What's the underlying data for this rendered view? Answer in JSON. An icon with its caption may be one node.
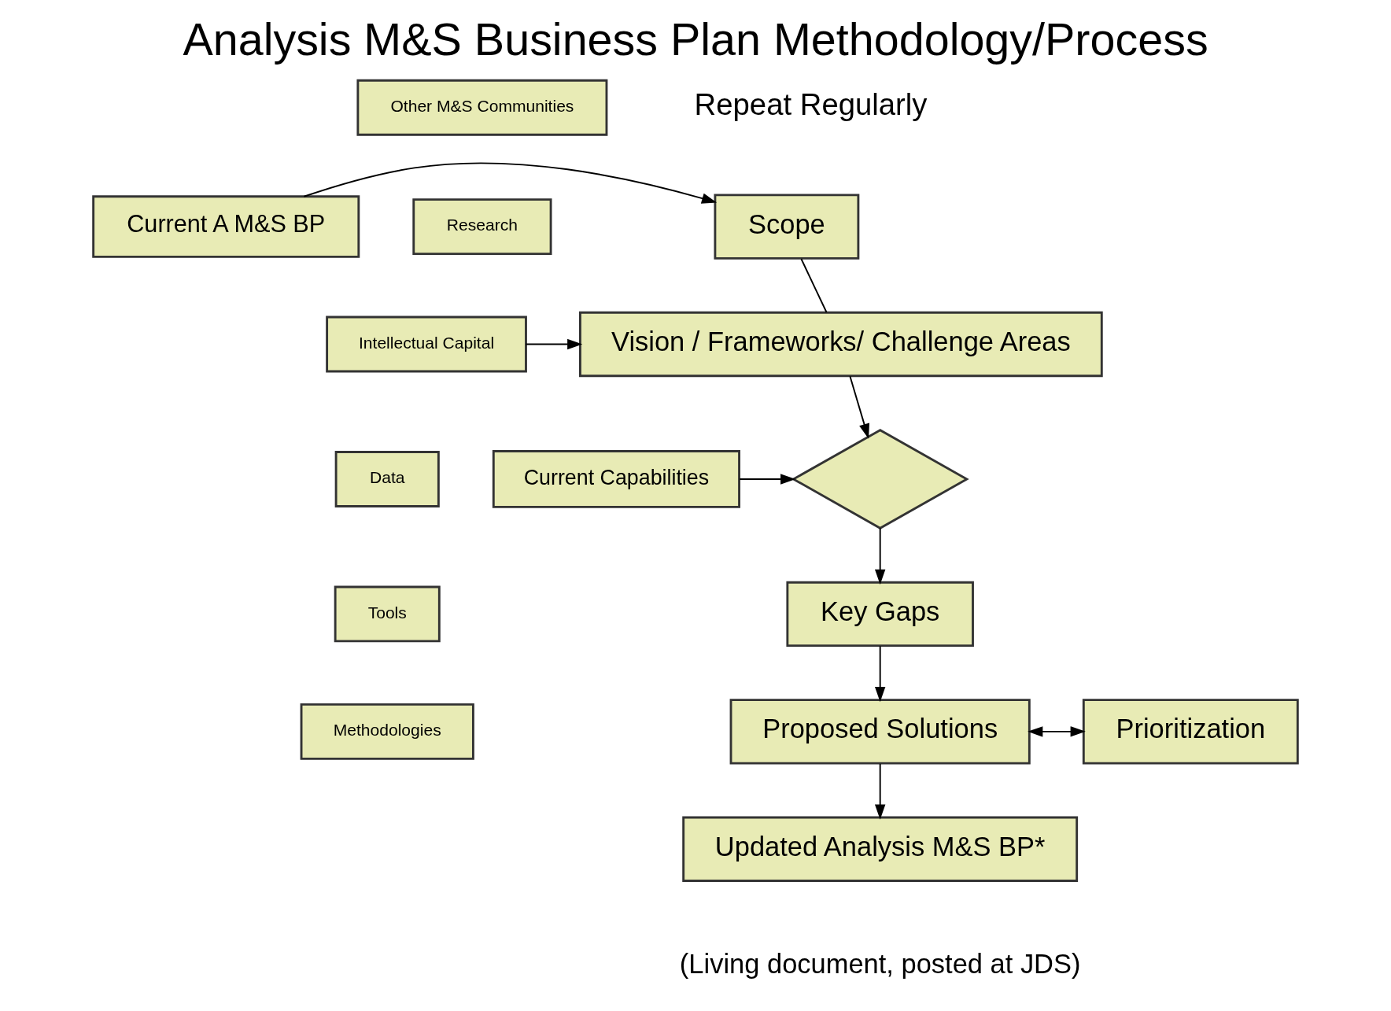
{
  "diagram": {
    "title": "Analysis M&S Business Plan Methodology/Process",
    "nodes": [
      {
        "text": [
          "Current A M&S BP"
        ]
      },
      {
        "text": [
          "Scope"
        ]
      },
      {
        "text": [
          "Other M&S Communities"
        ]
      },
      {
        "text": [
          "Research"
        ]
      },
      {
        "text": [
          "Intellectual Capital"
        ]
      },
      {
        "text": [
          "Data"
        ]
      },
      {
        "text": [
          "Tools"
        ]
      },
      {
        "text": [
          "Methodologies"
        ]
      },
      {
        "text": [
          "Vision / Frameworks/ Challenge Areas"
        ]
      },
      {
        "text": [
          "Current Capabilities"
        ]
      },
      {
        "text": [],
        "shape": "diamond"
      },
      {
        "text": [
          "Key Gaps"
        ]
      },
      {
        "text": [
          "Proposed Solutions"
        ]
      },
      {
        "text": [
          "Prioritization"
        ]
      },
      {
        "text": [
          "Updated Analysis M&S BP*"
        ],
        "beside": [
          "(Living document, posted at JDS)"
        ]
      }
    ],
    "edges": [
      {
        "from": 0,
        "to": 1,
        "arrow": "to"
      },
      {
        "from": 1,
        "to": 8,
        "arrow": "none"
      },
      {
        "from": 4,
        "to": 8,
        "arrow": "to"
      },
      {
        "from": 8,
        "to": 10,
        "arrow": "to"
      },
      {
        "from": 9,
        "to": 10,
        "arrow": "to"
      },
      {
        "from": 10,
        "to": 11,
        "arrow": "to"
      },
      {
        "from": 11,
        "to": 12,
        "arrow": "to"
      },
      {
        "from": 12,
        "to": 13,
        "arrow": "both"
      },
      {
        "from": 12,
        "to": 14,
        "arrow": "to"
      }
    ],
    "labels": [
      "Repeat Regularly"
    ]
  }
}
